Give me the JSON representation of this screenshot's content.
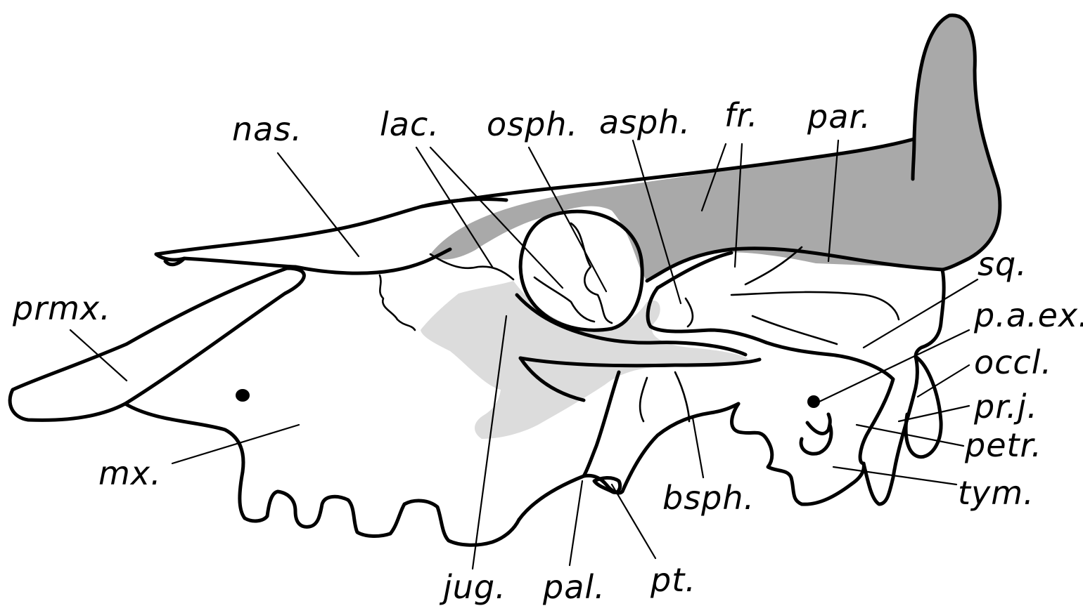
{
  "colors": {
    "dark_bone": "#a9a9a9",
    "light_bone": "#dcdcdc",
    "line": "#000000",
    "background": "#ffffff"
  },
  "labels": {
    "nas": "nas.",
    "lac": "lac.",
    "osph": "osph.",
    "asph": "asph.",
    "fr": "fr.",
    "par": "par.",
    "prmx": "prmx.",
    "sq": "sq.",
    "paex": "p.a.ex.",
    "occl": "occl.",
    "prj": "pr.j.",
    "petr": "petr.",
    "tym": "tym.",
    "mx": "mx.",
    "bsph": "bsph.",
    "jug": "jug.",
    "pal": "pal.",
    "pt": "pt."
  }
}
